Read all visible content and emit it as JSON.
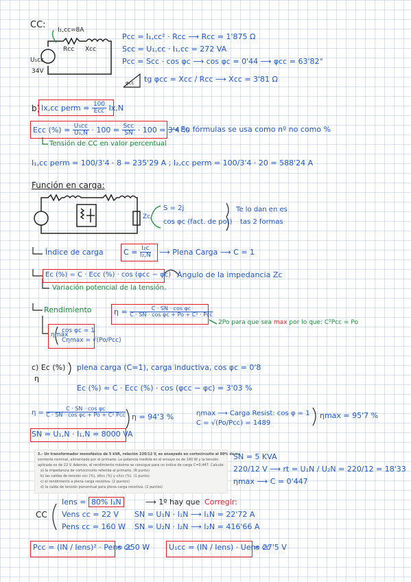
{
  "cc": {
    "heading": "CC:",
    "current_label": "I₁,cc=8A",
    "r_label": "Rcc",
    "x_label": "Xcc",
    "u_label": "U₁cc",
    "u_value": "34V",
    "eq1": "Pcc = I₁,cc² · Rcc ⟶ Rcc = 1'875 Ω",
    "eq2": "Scc = U₁,cc · I₁,cc = 272 VA",
    "eq3": "Pcc = Scc · cos φc ⟶ cos φc = 0'44 ⟶ φcc = 63'82°",
    "triangle_label": "φcc",
    "eq4": "tg φcc = Xcc / Rcc ⟶ Xcc = 3'81 Ω"
  },
  "b": {
    "label": "b)",
    "fault_lhs": "Ix,cc perm =",
    "fault_num": "100",
    "fault_den": "Ecc",
    "fault_rhs": "Ix,N",
    "ecc_lhs": "Ecc (%) =",
    "ecc_n1": "U₁cc",
    "ecc_d1": "U₁,N",
    "ecc_mid": "· 100 =",
    "ecc_n2": "Scc",
    "ecc_d2": "SN",
    "ecc_rhs": "· 100 = 3'4 %",
    "ecc_note": "⟶ En fórmulas se usa como nº no como %",
    "ecc_green": "Tensión de CC en valor percentual",
    "perm_line": "I₁,cc perm = 100/3'4 · 8 = 235'29 A  ;  I₂,cc perm = 100/3'4 · 20 = 588'24 A"
  },
  "load": {
    "heading": "Función en carga:",
    "zc": "Zc",
    "s_line": "S = 2j",
    "cos_line": "cos φc (fact. de pot)",
    "note1": "Te lo dan en es",
    "note2": "tas 2 formas",
    "index_label": "Índice de carga",
    "c_lhs": "C =",
    "c_num": "I₂c",
    "c_den": "I₂,N",
    "plena": "⟶ Plena Carga ⟶ C = 1",
    "ec_formula": "Ec (%) = C · Ecc (%) · cos (φcc − φc)",
    "angulo": "Ángulo de la impedancia Zc",
    "variacion": "Variación potencial de la tensión.",
    "rend_label": "Rendimiento",
    "eta_lhs": "η =",
    "eta_num": "C · SN · cos φc",
    "eta_den": "C · SN · cos φc + Po + C² · Pcc",
    "po_note_pre": "2Po para que sea",
    "po_note_max": "max",
    "po_note_post": "por lo que: C²Pcc = Po",
    "etamax": "ηmáx",
    "etamax_cos": "cos φc = 1",
    "etamax_c": "Cηmax = √(Po/Pcc)"
  },
  "c": {
    "label": "c) Ec (%)",
    "eta": "η",
    "desc": "plena carga (C=1), carga inductiva, cos φc = 0'8",
    "ec_result": "Ec (%) ≈ C · Ecc (%) · cos (φcc − φc) = 3'03 %",
    "eta_lhs": "η =",
    "eta_num": "C · SN · cos φc",
    "eta_den": "C · SN · cos φc + Po + C² Pcc",
    "sn_line": "SN = U₁,N · I₁,N = 8000 VA",
    "eta_result": "η = 94'3 %",
    "etamax_line1": "ηmax ⟶ Carga Resist: cos φ = 1",
    "etamax_line2": "C = √(Po/Pcc) = 1489",
    "etamax_result": "ηmax = 95'7 %"
  },
  "problem": {
    "l1": "5.- Un transformador monofásico de 5 kVA, relación 220/12 V, es ensayado en cortocircuito al 80% de su",
    "l2": "corriente nominal, alimentado por el primario. La potencia medida en el ensayo es de 160 W y la tensión",
    "l3": "aplicada es de 22 V. Además, el rendimiento máximo se consigue para un índice de carga C=0,447. Calcule:",
    "l4": "a)  la impedancia de cortocircuito referida al primario. (R punto)",
    "l5": "b)  las caídas de tensión εcc (%), εRcc (%) y εXcc (%). (1 punto)",
    "l6": "c)  el rendimiento a plena carga resistiva. (2 puntos)",
    "l7": "d)  la caída de tensión porcentual para plena carga resistiva. (2 puntos)"
  },
  "p5": {
    "sn": "SN = 5 KVA",
    "rel": "220/12 V ⟶ rt = U₁N / U₂N = 220/12 = 18'33",
    "etamax": "ηmax ⟶ C = 0'447",
    "iens_lhs": "Iens =",
    "iens_box": "80% I₁N",
    "first": "⟶ 1º hay que",
    "corregir": "Corregir:",
    "cc_label": "CC",
    "vens": "Vens cc = 22 V",
    "pens": "Pens cc = 160 W",
    "sn_eq1": "SN = U₁N · I₁N ⟶ I₁N = 22'72 A",
    "sn_eq2": "SN = U₂N · I₂N ⟶ I₂N = 416'66 A",
    "pcc_box": "Pcc = (IN / Iens)² · Pens cc",
    "pcc_result": "= 250 W",
    "ucc_box": "U₁cc = (IN / Iens) · Uens cc",
    "ucc_result": "= 27'5 V"
  }
}
